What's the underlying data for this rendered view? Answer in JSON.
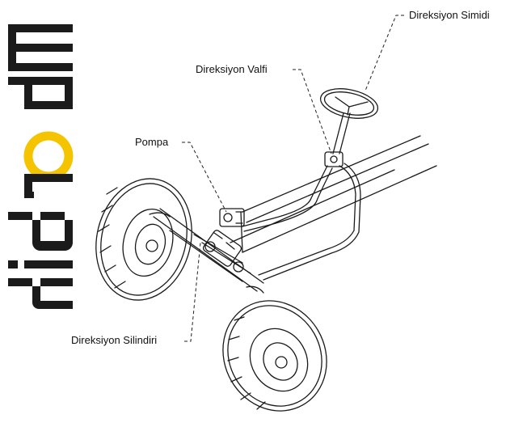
{
  "logo": {
    "text": "hidroman",
    "colors": {
      "dark": "#1b1b1b",
      "accent": "#f5c400"
    }
  },
  "labels": {
    "steering_wheel": "Direksiyon Simidi",
    "steering_valve": "Direksiyon Valfi",
    "pump": "Pompa",
    "steering_cylinder": "Direksiyon Silindiri"
  },
  "colors": {
    "line": "#1a1a1a",
    "leader": "#222222",
    "background": "#ffffff"
  }
}
